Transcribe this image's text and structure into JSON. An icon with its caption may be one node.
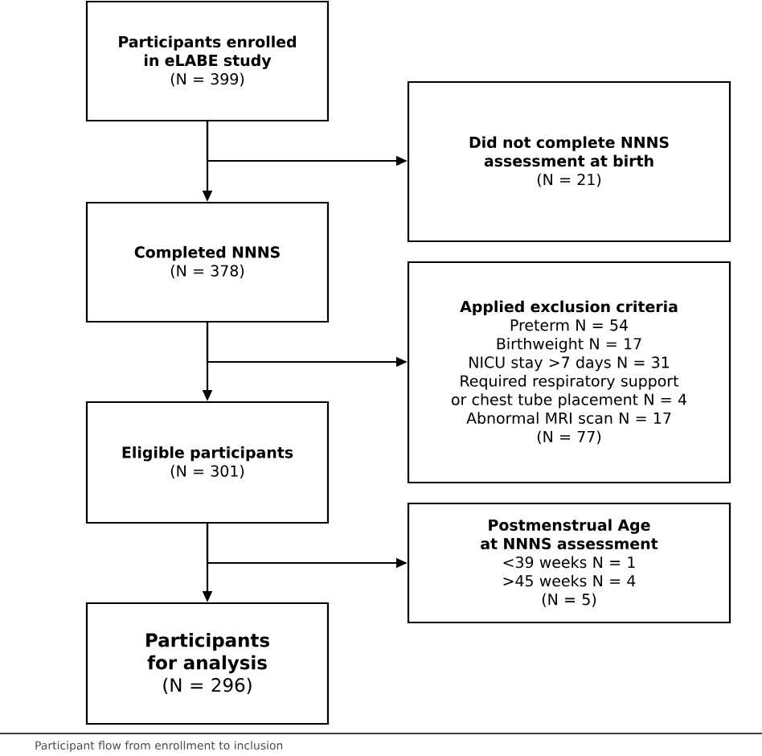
{
  "diagram": {
    "caption": "Participant flow from enrollment to inclusion",
    "nodes": [
      {
        "text": [
          "Participants enrolled in eLABE study",
          "(N = 399)"
        ]
      },
      {
        "text": [
          "Did not complete NNNS assessment at birth",
          "(N = 21)"
        ]
      },
      {
        "text": [
          "Completed NNNS",
          "(N = 378)"
        ]
      },
      {
        "text": [
          "Applied exclusion criteria",
          "Preterm N = 54",
          "Birthweight N = 17",
          "NICU stay >7 days N = 31",
          "Required respiratory support or chest tube placement N = 4",
          "Abnormal MRI scan N = 17",
          "(N = 77)"
        ]
      },
      {
        "text": [
          "Eligible participants",
          "(N = 301)"
        ]
      },
      {
        "text": [
          "Postmenstrual Age at NNNS assessment",
          "<39 weeks N = 1",
          ">45 weeks N = 4",
          "(N = 5)"
        ]
      },
      {
        "text": [
          "Participants for analysis",
          "(N = 296)"
        ]
      }
    ],
    "edges": [
      {
        "from": 0,
        "to": 1,
        "arrow": "to"
      },
      {
        "from": 0,
        "to": 2,
        "arrow": "to"
      },
      {
        "from": 2,
        "to": 3,
        "arrow": "to"
      },
      {
        "from": 2,
        "to": 4,
        "arrow": "to"
      },
      {
        "from": 4,
        "to": 5,
        "arrow": "to"
      },
      {
        "from": 4,
        "to": 6,
        "arrow": "to"
      }
    ]
  }
}
